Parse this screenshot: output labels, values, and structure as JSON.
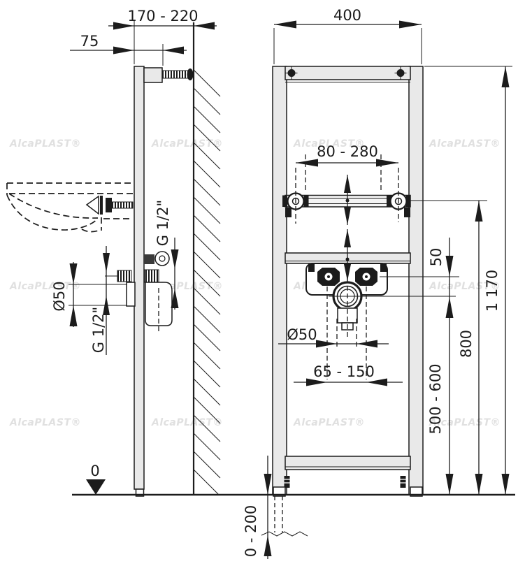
{
  "drawing": {
    "title_semantic": "washbasin-mounting-frame-technical-drawing",
    "brand_watermark": "AlcaPLAST®",
    "dimensions": {
      "wall_offset_range": "170 - 220",
      "anchor_depth": "75",
      "frame_width": "400",
      "rail_fixing_span": "80 - 280",
      "thread_size_upper": "G 1/2\"",
      "waste_diameter_side": "Ø50",
      "thread_size_lower": "G 1/2\"",
      "axis_gap": "50",
      "frame_height": "1 170",
      "rail_height": "800",
      "waste_height_range": "500 - 600",
      "waste_diameter_front": "Ø50",
      "supply_span": "65 - 150",
      "floor_level": "0",
      "leg_adjustment_range": "0 - 200"
    }
  }
}
